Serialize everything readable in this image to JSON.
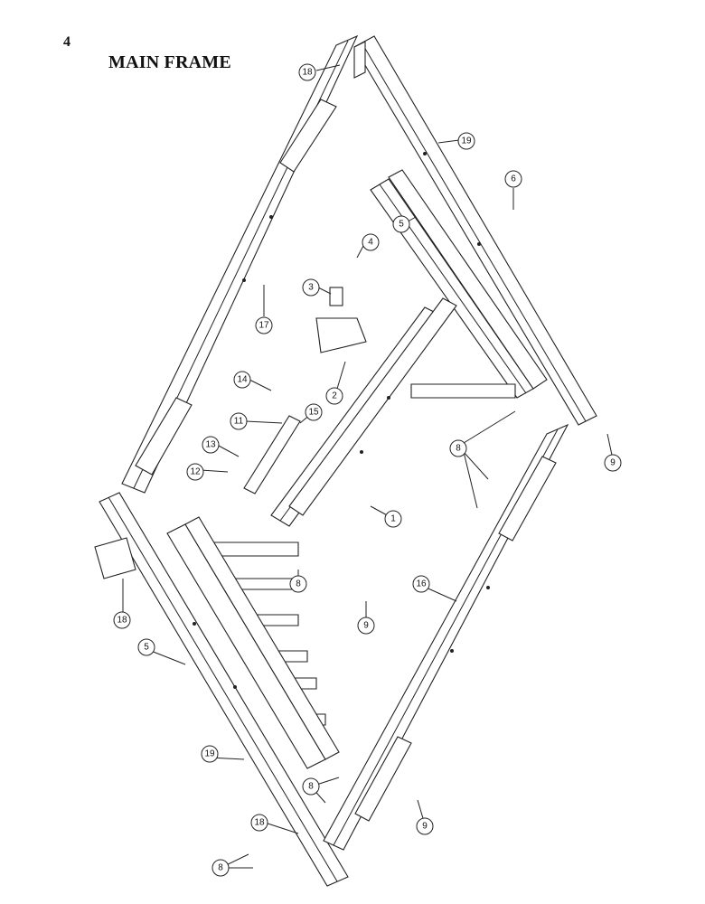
{
  "page": {
    "number": "4",
    "title": "MAIN FRAME"
  },
  "callouts": [
    "18",
    "19",
    "17",
    "6",
    "5",
    "4",
    "3",
    "2",
    "14",
    "11",
    "15",
    "13",
    "12",
    "8",
    "9",
    "1",
    "18",
    "5",
    "9",
    "16",
    "19",
    "8",
    "8",
    "9",
    "18",
    "8"
  ]
}
